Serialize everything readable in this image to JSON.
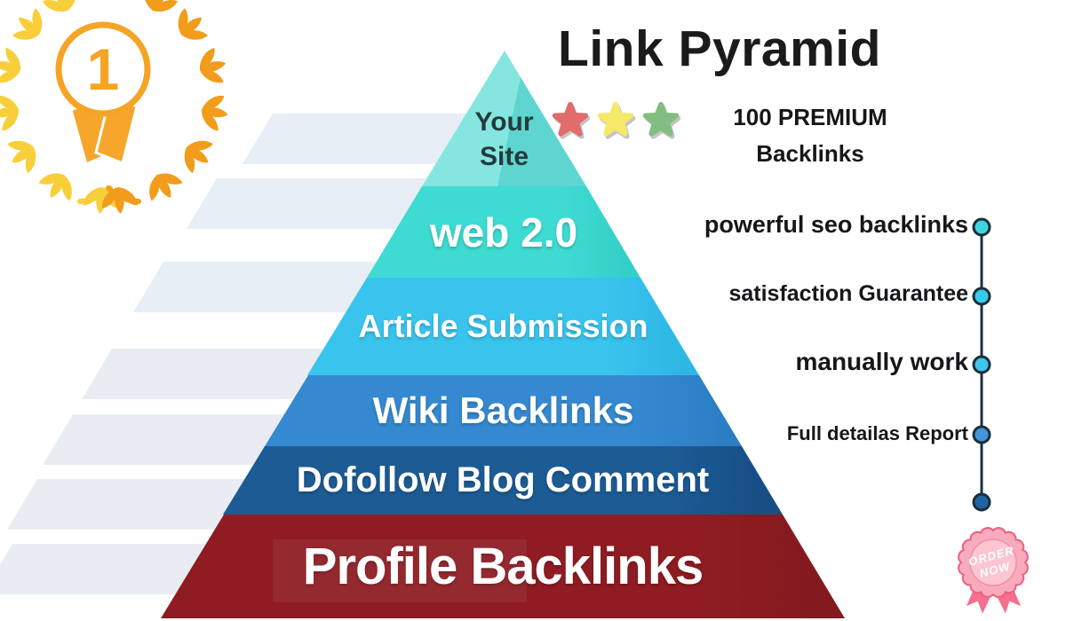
{
  "page": {
    "background": "#ffffff",
    "stripe_color": "#e7eef5"
  },
  "header": {
    "title": "Link Pyramid",
    "subtitle_line1": "100 PREMIUM",
    "subtitle_line2": "Backlinks"
  },
  "award": {
    "rank": "1",
    "ring_color": "#f5a425",
    "leaf_left_color": "#f8cf3a",
    "leaf_right_color": "#f19c1b"
  },
  "stars": [
    {
      "name": "red-star",
      "color": "#e26c6c"
    },
    {
      "name": "yellow-star",
      "color": "#f6e868"
    },
    {
      "name": "green-star",
      "color": "#82bd82"
    }
  ],
  "pyramid": {
    "layers": [
      {
        "label": "Your Site",
        "color": "#7fe3dd",
        "text_color": "#243b3e"
      },
      {
        "label": "web 2.0",
        "color": "#3cd9d0",
        "text_color": "#ffffff"
      },
      {
        "label": "Article Submission",
        "color": "#38c2ee",
        "text_color": "#ffffff"
      },
      {
        "label": "Wiki Backlinks",
        "color": "#3589d0",
        "text_color": "#ffffff"
      },
      {
        "label": "Dofollow Blog Comment",
        "color": "#1d5b94",
        "text_color": "#ffffff"
      },
      {
        "label": "Profile Backlinks",
        "color": "#8e1c22",
        "text_color": "#ffffff"
      }
    ]
  },
  "features": [
    {
      "label": "powerful seo backlinks",
      "dot_color": "#3fd5e0"
    },
    {
      "label": "satisfaction Guarantee",
      "dot_color": "#35cbe9"
    },
    {
      "label": "manually work",
      "dot_color": "#3ec5e8"
    },
    {
      "label": "Full detailas Report",
      "dot_color": "#4196dc"
    }
  ],
  "timeline": {
    "line_color": "#212f38",
    "end_dot_color": "#20639f"
  },
  "badge": {
    "line1": "ORDER",
    "line2": "NOW",
    "fill_color": "#f8abbc",
    "border_color": "#ee5f81",
    "ribbon_color": "#f4708e",
    "text_color": "#ffffff"
  }
}
